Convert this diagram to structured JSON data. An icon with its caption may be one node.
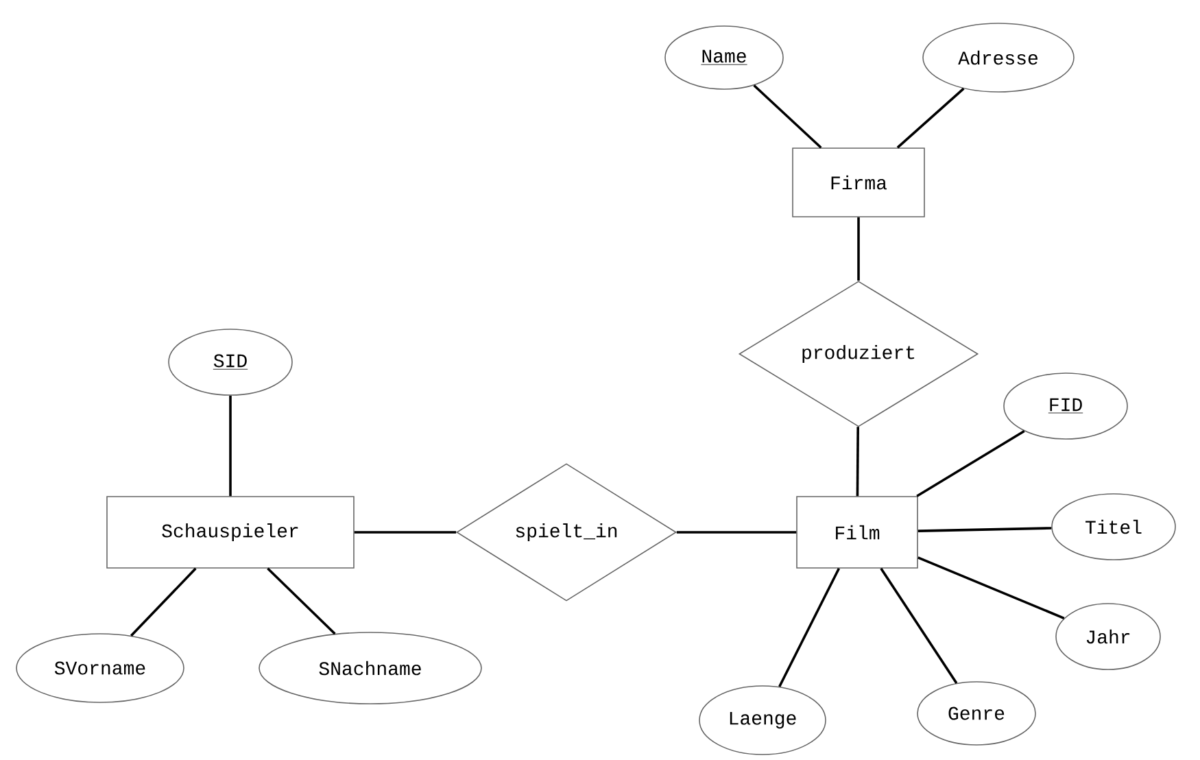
{
  "diagram": {
    "nodes": [
      {
        "text": [
          "Name"
        ]
      },
      {
        "text": [
          "Adresse"
        ]
      },
      {
        "text": [
          "Firma"
        ]
      },
      {
        "text": [
          "produziert"
        ]
      },
      {
        "text": [
          "SID"
        ]
      },
      {
        "text": [
          "Schauspieler"
        ]
      },
      {
        "text": [
          "spielt_in"
        ]
      },
      {
        "text": [
          "Film"
        ]
      },
      {
        "text": [
          "FID"
        ]
      },
      {
        "text": [
          "Titel"
        ]
      },
      {
        "text": [
          "Jahr"
        ]
      },
      {
        "text": [
          "SVorname"
        ]
      },
      {
        "text": [
          "SNachname"
        ]
      },
      {
        "text": [
          "Laenge"
        ]
      },
      {
        "text": [
          "Genre"
        ]
      }
    ],
    "edges": [
      {
        "from": 0,
        "to": 2,
        "arrow": "none"
      },
      {
        "from": 1,
        "to": 2,
        "arrow": "none"
      },
      {
        "from": 2,
        "to": 3,
        "arrow": "none"
      },
      {
        "from": 3,
        "to": 7,
        "arrow": "none"
      },
      {
        "from": 4,
        "to": 5,
        "arrow": "none"
      },
      {
        "from": 5,
        "to": 6,
        "arrow": "none"
      },
      {
        "from": 6,
        "to": 7,
        "arrow": "none"
      },
      {
        "from": 7,
        "to": 8,
        "arrow": "none"
      },
      {
        "from": 7,
        "to": 9,
        "arrow": "none"
      },
      {
        "from": 7,
        "to": 10,
        "arrow": "none"
      },
      {
        "from": 5,
        "to": 11,
        "arrow": "none"
      },
      {
        "from": 5,
        "to": 12,
        "arrow": "none"
      },
      {
        "from": 7,
        "to": 13,
        "arrow": "none"
      },
      {
        "from": 7,
        "to": 14,
        "arrow": "none"
      }
    ]
  }
}
